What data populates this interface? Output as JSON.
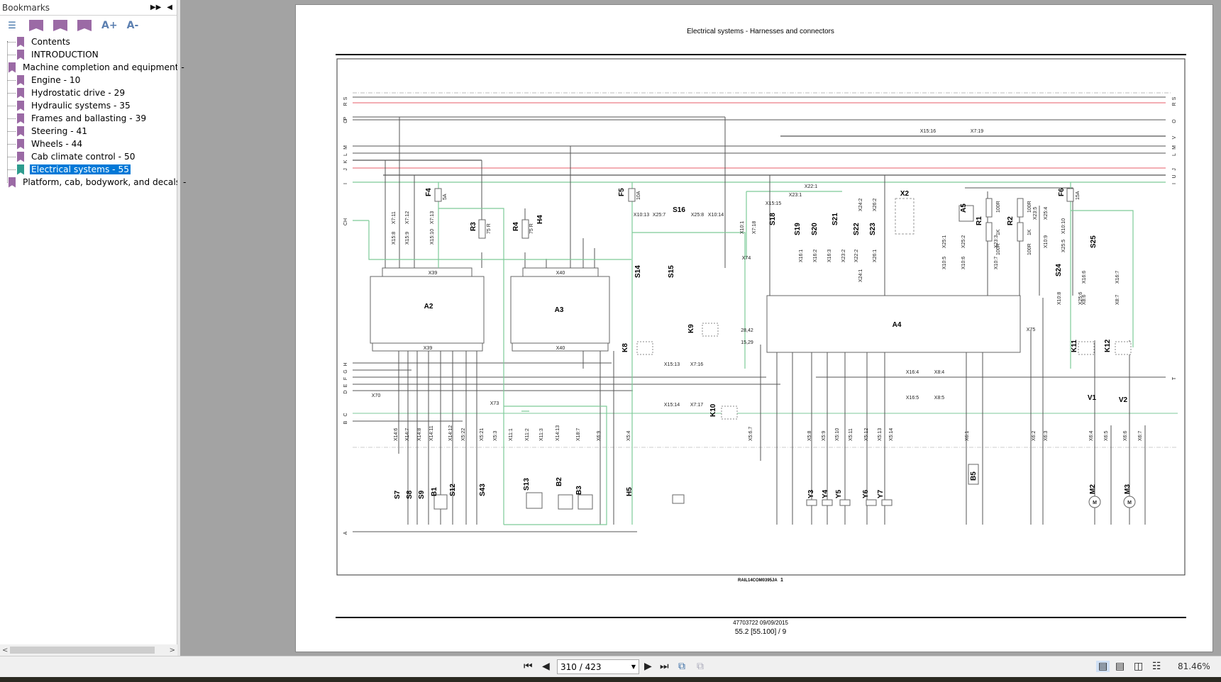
{
  "sidebar": {
    "title": "Bookmarks",
    "items": [
      {
        "label": "Contents"
      },
      {
        "label": "INTRODUCTION"
      },
      {
        "label": "Machine completion and equipment -"
      },
      {
        "label": "Engine - 10"
      },
      {
        "label": "Hydrostatic drive - 29"
      },
      {
        "label": "Hydraulic systems - 35"
      },
      {
        "label": "Frames and ballasting - 39"
      },
      {
        "label": "Steering - 41"
      },
      {
        "label": "Wheels - 44"
      },
      {
        "label": "Cab climate control - 50"
      },
      {
        "label": "Electrical systems - 55",
        "selected": true
      },
      {
        "label": "Platform, cab, bodywork, and decals -"
      }
    ],
    "tools": [
      "A+",
      "A-"
    ]
  },
  "document": {
    "title": "Electrical systems - Harnesses and connectors",
    "drawing_ref": "RAIL14COM0395JA",
    "drawing_sheet": "1",
    "doc_number": "47703722 09/09/2015",
    "page_ref": "55.2 [55.100] / 9"
  },
  "schematic": {
    "buses_top": [
      "S",
      "R",
      "P",
      "O",
      "V",
      "M",
      "L",
      "K",
      "J",
      "U",
      "I",
      "CH"
    ],
    "buses_bottom": [
      "H",
      "G",
      "F",
      "E",
      "D",
      "C",
      "B",
      "A",
      "T"
    ],
    "components": [
      "A2",
      "A3",
      "A4",
      "A5",
      "F4",
      "F5",
      "F6",
      "R1",
      "R2",
      "R3",
      "R4",
      "H4",
      "H5",
      "S7",
      "S8",
      "S9",
      "B1",
      "S12",
      "S43",
      "S13",
      "B2",
      "B3",
      "S14",
      "S15",
      "S16",
      "S18",
      "S19",
      "S20",
      "S21",
      "S22",
      "S23",
      "S24",
      "S25",
      "K8",
      "K9",
      "K10",
      "K11",
      "K12",
      "V1",
      "V2",
      "Y3",
      "Y4",
      "Y5",
      "Y6",
      "Y7",
      "B5",
      "M2",
      "M3",
      "X2"
    ],
    "connector_headers": [
      "X39",
      "X39",
      "X40",
      "X40"
    ],
    "values": [
      "5A",
      "10A",
      "15A",
      "75 R",
      "75 R",
      "100R",
      "1K",
      "100R",
      "100R",
      "1K",
      "100R"
    ],
    "connectors": [
      "X70",
      "X73",
      "X74",
      "X75",
      "X15:16",
      "X7:19",
      "X22:1",
      "X23:1",
      "X15:15",
      "X10:13",
      "X25:7",
      "X25:8",
      "X10:14",
      "X16:4",
      "X8:4",
      "X16:5",
      "X8:5",
      "X15:13",
      "X7:16",
      "X15:14",
      "X7:17",
      "28,42",
      "15,29"
    ],
    "connectors_lower": [
      "X14:6",
      "X14:7",
      "X14:8",
      "X14:11",
      "X14:12",
      "X5:22",
      "X5:21",
      "X5:3",
      "X11:1",
      "X11:2",
      "X11:3",
      "X14:13",
      "X18:7",
      "X6:9",
      "X5:4",
      "X5:6.7",
      "X5:8",
      "X5:9",
      "X5:10",
      "X5:11",
      "X5:12",
      "X5:13",
      "X5:14",
      "X6:1",
      "X6:2",
      "X6:3",
      "X6:4",
      "X6:5",
      "X6:6",
      "X6:7"
    ],
    "connectors_upper": [
      "X15:8",
      "X7:11",
      "X15:9",
      "X7:12",
      "X15:10",
      "X7:13",
      "X10:1",
      "X7:18",
      "X16:1",
      "X16:2",
      "X16:3",
      "X23:2",
      "X22:2",
      "X24:2",
      "X26:2",
      "X24:1",
      "X26:1",
      "X25:1",
      "X10:5",
      "X25:2",
      "X10:6",
      "X23:3",
      "X10:7",
      "X23:5",
      "X25:4",
      "X10:9",
      "X10:10",
      "X25:5",
      "X10:8",
      "X25:6",
      "X16:6",
      "X16:7",
      "X8:6",
      "X8:7"
    ]
  },
  "toolbar": {
    "page_field": "310 / 423",
    "zoom": "81.46%"
  }
}
